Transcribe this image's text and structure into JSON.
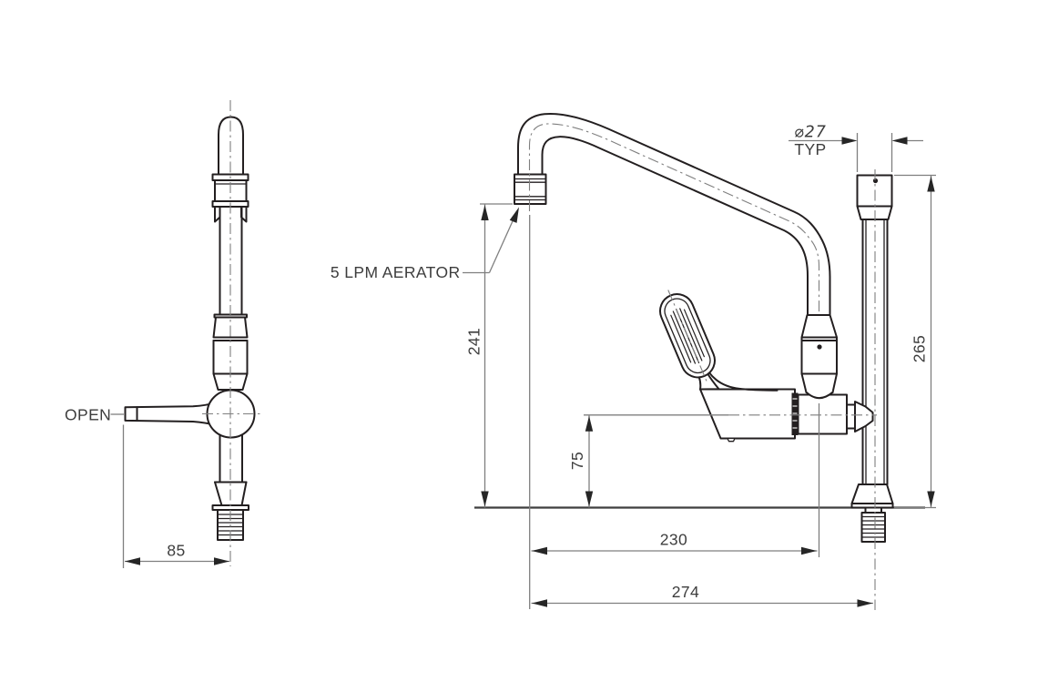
{
  "drawing": {
    "front_view": {
      "open_label": "OPEN",
      "dim_handle_offset": "85"
    },
    "side_view": {
      "aerator_label": "5 LPM AERATOR",
      "dim_aerator_height": "241",
      "dim_outlet_centre_height": "75",
      "dim_spout_reach": "230",
      "dim_overall_reach": "274",
      "dim_riser_height": "265",
      "dim_pipe_diameter": "⌀27",
      "dim_pipe_diameter_qualifier": "TYP"
    },
    "colors": {
      "background": "#ffffff",
      "outline": "#231f20",
      "dimension": "#7f7f7f",
      "text": "#3d3d3d",
      "arrow": "#262626",
      "bench": "#3f3f3f"
    }
  }
}
